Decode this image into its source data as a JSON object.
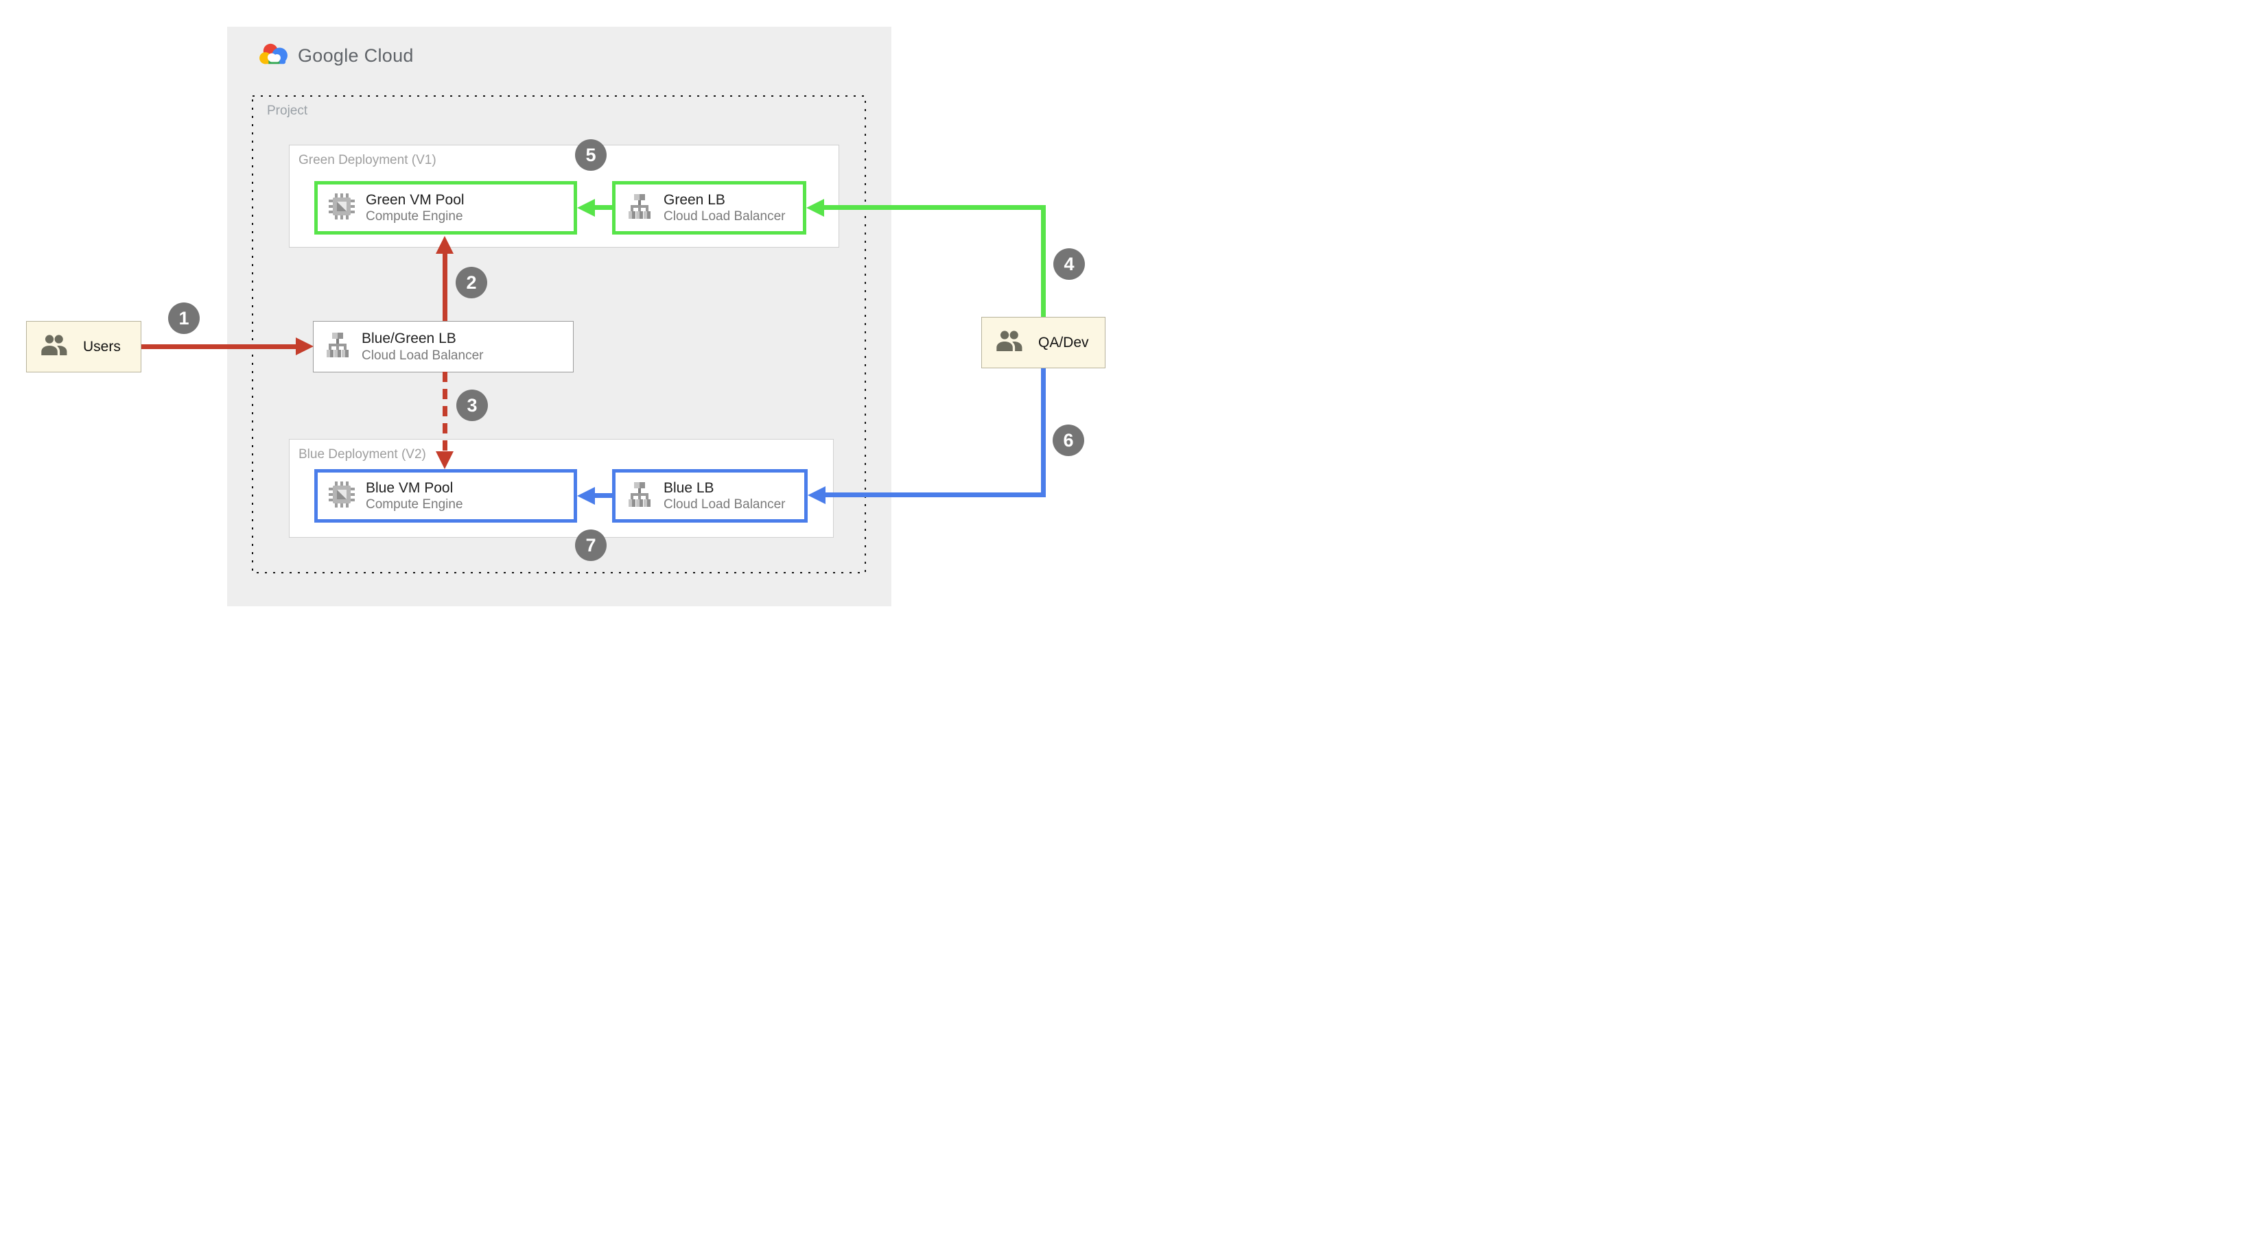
{
  "logo": {
    "text": "Google Cloud"
  },
  "project_label": "Project",
  "deployments": {
    "green": "Green Deployment (V1)",
    "blue": "Blue Deployment (V2)"
  },
  "nodes": {
    "green_vm": {
      "title": "Green VM Pool",
      "subtitle": "Compute Engine"
    },
    "green_lb": {
      "title": "Green LB",
      "subtitle": "Cloud Load Balancer"
    },
    "bg_lb": {
      "title": "Blue/Green LB",
      "subtitle": "Cloud Load Balancer"
    },
    "blue_vm": {
      "title": "Blue VM Pool",
      "subtitle": "Compute Engine"
    },
    "blue_lb": {
      "title": "Blue LB",
      "subtitle": "Cloud Load Balancer"
    }
  },
  "actors": {
    "users": {
      "label": "Users"
    },
    "qa_dev": {
      "label": "QA/Dev"
    }
  },
  "badges": {
    "b1": "1",
    "b2": "2",
    "b3": "3",
    "b4": "4",
    "b5": "5",
    "b6": "6",
    "b7": "7"
  },
  "colors": {
    "red_arrow": "#c43d2b",
    "green_accent": "#57e449",
    "blue_accent": "#4a7dea",
    "panel_bg": "#eeeeee",
    "badge_bg": "#757575",
    "actor_bg": "#fcf7e3",
    "logo_text": "#5f6368",
    "title_text": "#212121",
    "subtitle_text": "#7a7a7a"
  }
}
